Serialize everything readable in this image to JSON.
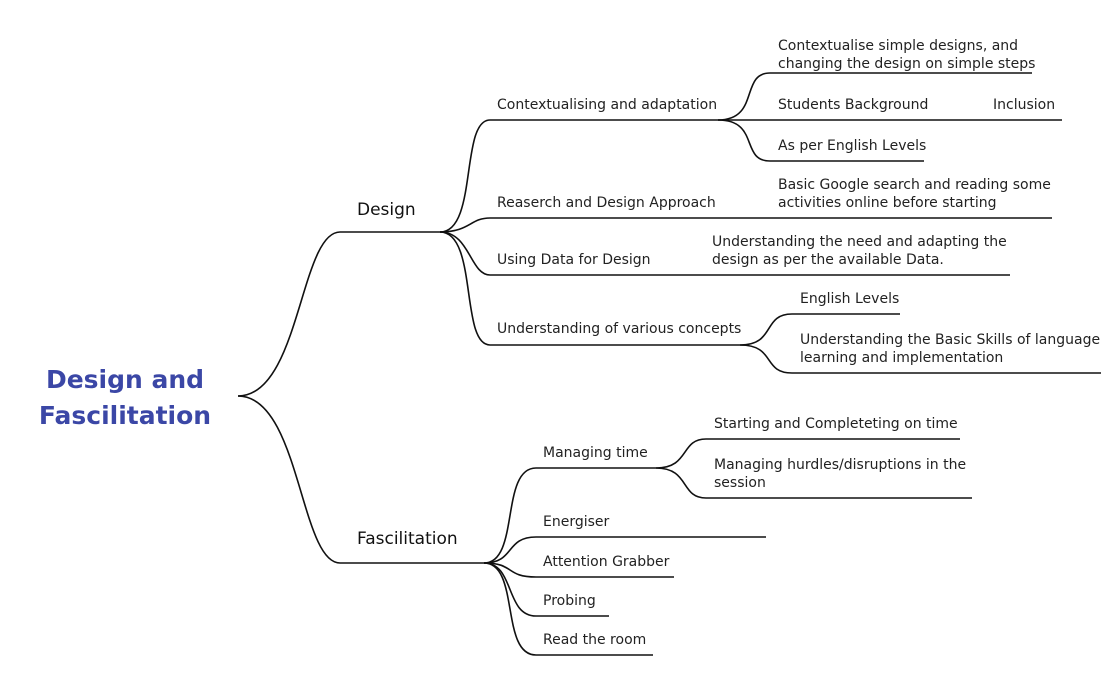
{
  "mindmap": {
    "root": {
      "line1": "Design and",
      "line2": "Fascilitation",
      "color": "#3B47A6"
    },
    "design": {
      "label": "Design",
      "contextualising": {
        "label": "Contextualising and adaptation",
        "simple_designs_l1": "Contextualise simple designs, and",
        "simple_designs_l2": "changing the design on simple steps",
        "students_background": "Students Background",
        "inclusion": "Inclusion",
        "english_levels": "As per English Levels"
      },
      "research": {
        "label": "Reaserch and Design Approach",
        "detail_l1": "Basic Google search and reading some",
        "detail_l2": "activities online before starting"
      },
      "data": {
        "label": "Using Data for Design",
        "detail_l1": "Understanding the need and adapting the",
        "detail_l2": "design as per the available Data."
      },
      "concepts": {
        "label": "Understanding of various concepts",
        "english_levels": "English Levels",
        "skills_l1": "Understanding the Basic Skills of language",
        "skills_l2": "learning and implementation"
      }
    },
    "facilitation": {
      "label": "Fascilitation",
      "managing_time": {
        "label": "Managing time",
        "starting": "Starting and Completeting on time",
        "hurdles_l1": "Managing hurdles/disruptions in the",
        "hurdles_l2": "session"
      },
      "energiser": "Energiser",
      "attention": "Attention Grabber",
      "probing": "Probing",
      "read_room": "Read the room"
    }
  }
}
